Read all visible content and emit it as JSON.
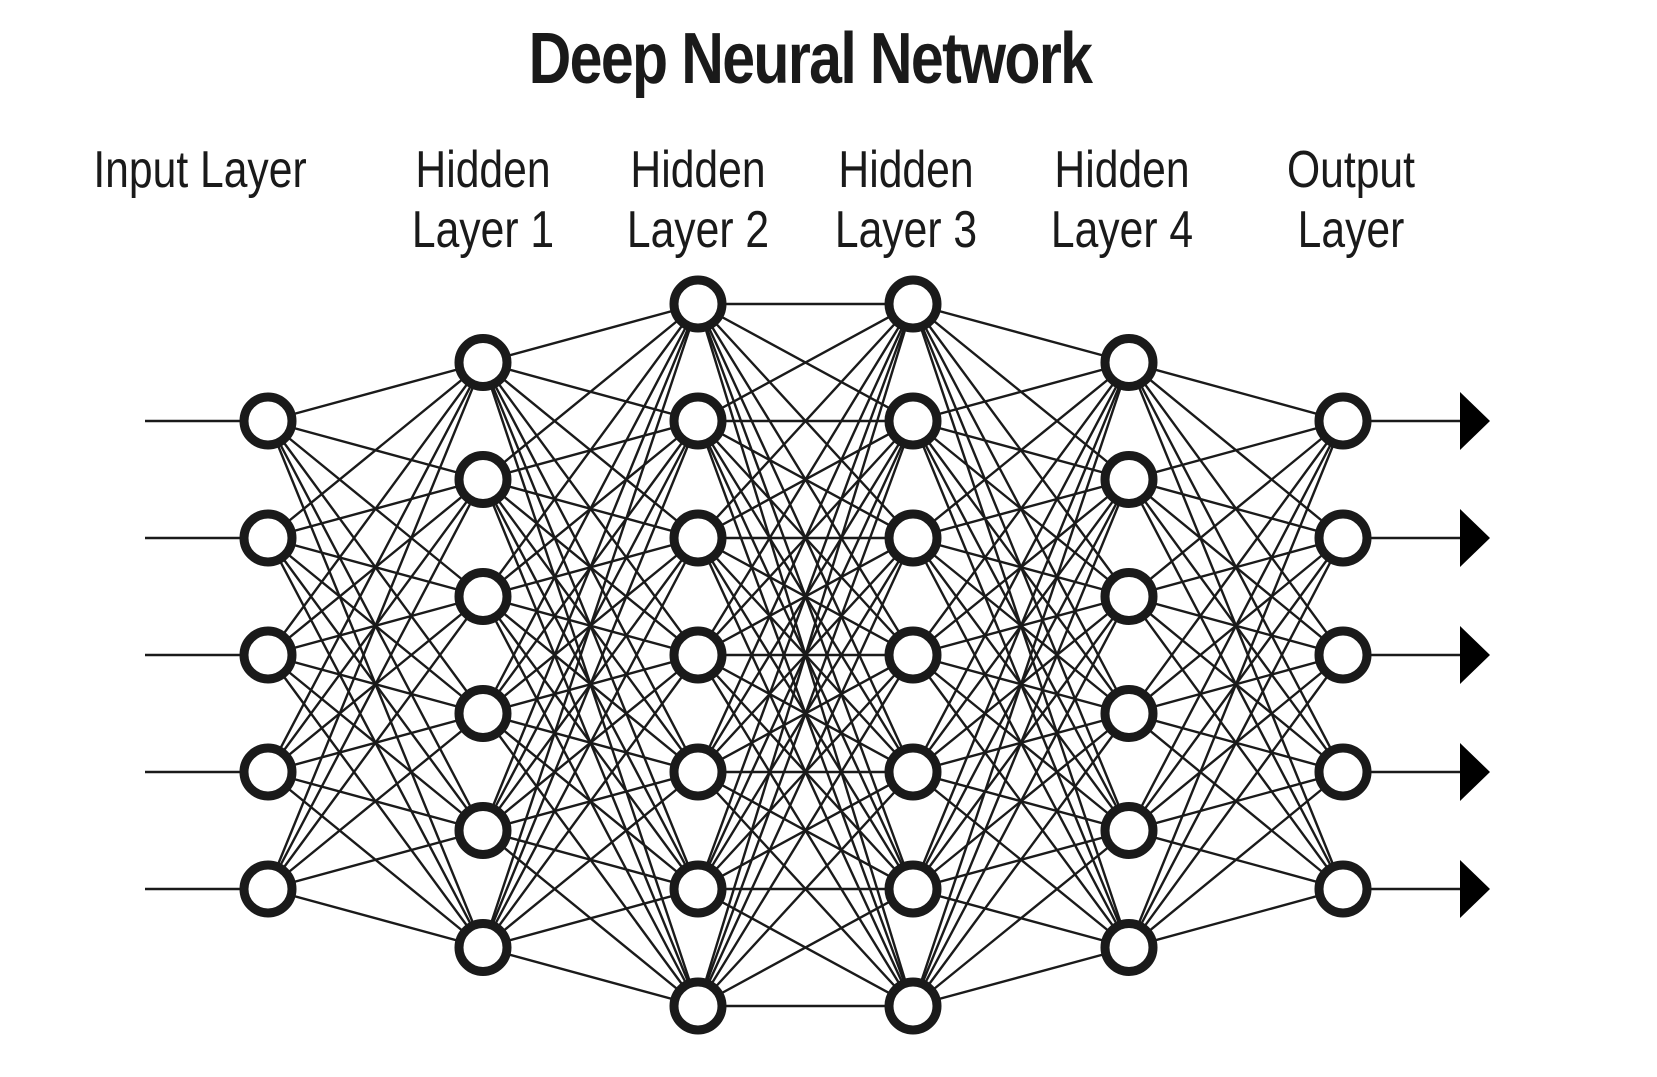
{
  "title": "Deep Neural Network",
  "colors": {
    "ink": "#1a1a1a",
    "background": "#ffffff"
  },
  "layers": [
    {
      "id": "input",
      "label_lines": [
        "Input Layer"
      ],
      "nodes": 5,
      "input_arrows": true
    },
    {
      "id": "hidden1",
      "label_lines": [
        "Hidden",
        "Layer 1"
      ],
      "nodes": 6
    },
    {
      "id": "hidden2",
      "label_lines": [
        "Hidden",
        "Layer 2"
      ],
      "nodes": 7
    },
    {
      "id": "hidden3",
      "label_lines": [
        "Hidden",
        "Layer 3"
      ],
      "nodes": 7
    },
    {
      "id": "hidden4",
      "label_lines": [
        "Hidden",
        "Layer 4"
      ],
      "nodes": 6
    },
    {
      "id": "output",
      "label_lines": [
        "Output",
        "Layer"
      ],
      "nodes": 5,
      "output_arrows": true
    }
  ],
  "connectivity": "fully-connected between adjacent layers"
}
